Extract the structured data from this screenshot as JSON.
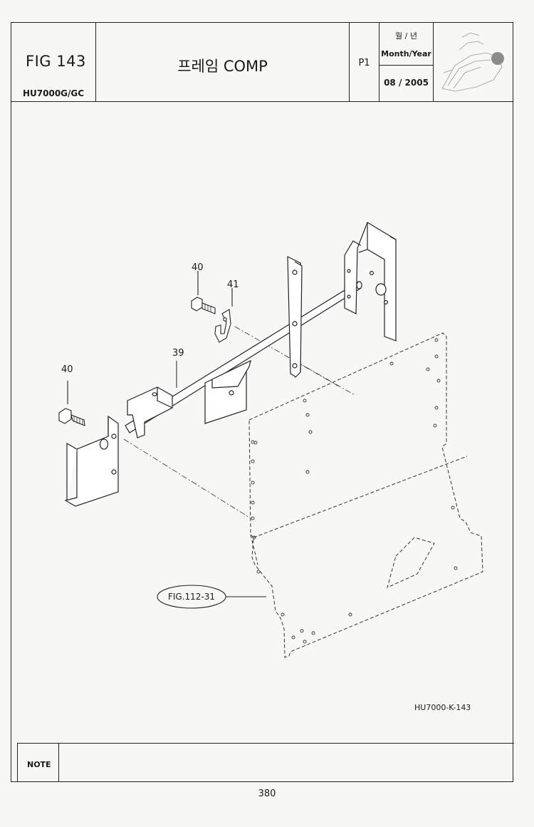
{
  "header": {
    "fig_no": "FIG 143",
    "model": "HU7000G/GC",
    "title": "프레임 COMP",
    "page": "P1",
    "date_label_kr": "월 / 년",
    "date_label_en": "Month/Year",
    "date_value": "08 / 2005"
  },
  "callouts": {
    "part_39": "39",
    "part_40_top": "40",
    "part_40_left": "40",
    "part_41": "41",
    "ref_fig": "FIG.112-31"
  },
  "drawing_no": "HU7000-K-143",
  "note": {
    "label": "NOTE"
  },
  "page_number": "380"
}
